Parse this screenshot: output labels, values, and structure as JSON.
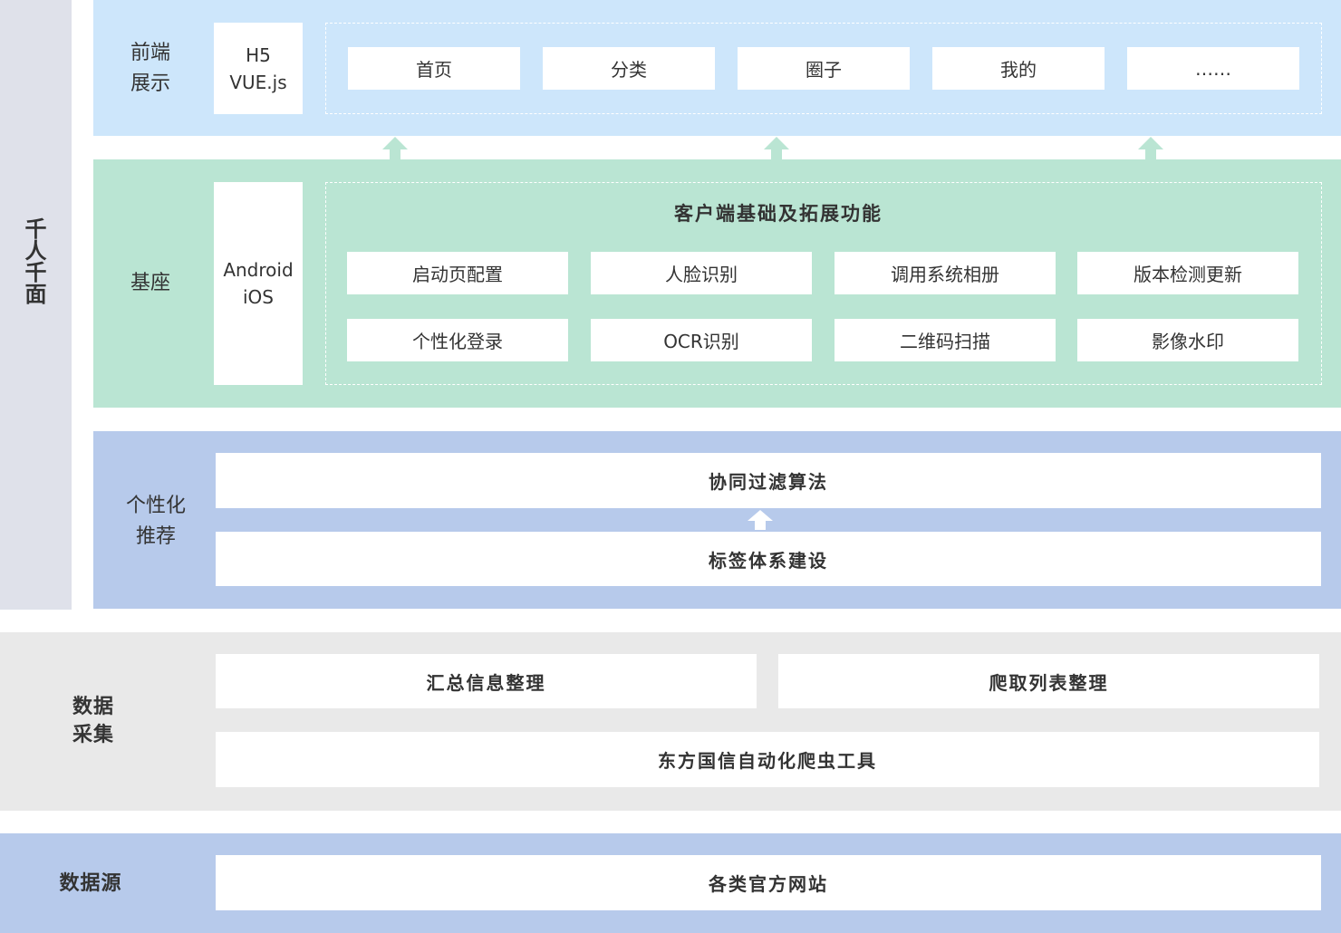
{
  "side_label": "千人千面",
  "frontend": {
    "label": "前端\n展示",
    "tech": "H5\nVUE.js",
    "items": [
      "首页",
      "分类",
      "圈子",
      "我的",
      "……"
    ]
  },
  "base": {
    "label": "基座",
    "tech": "Android\niOS",
    "title": "客户端基础及拓展功能",
    "items": [
      "启动页配置",
      "人脸识别",
      "调用系统相册",
      "版本检测更新",
      "个性化登录",
      "OCR识别",
      "二维码扫描",
      "影像水印"
    ]
  },
  "recommend": {
    "label": "个性化\n推荐",
    "algo": "协同过滤算法",
    "tags": "标签体系建设"
  },
  "collection": {
    "label": "数据\n采集",
    "summary": "汇总信息整理",
    "crawl_list": "爬取列表整理",
    "tool": "东方国信自动化爬虫工具"
  },
  "source": {
    "label": "数据源",
    "sites": "各类官方网站"
  },
  "colors": {
    "side": "#dfe1ea",
    "frontend": "#cde6fb",
    "base": "#bae5d3",
    "base_arrow": "#bae5d3",
    "recommend": "#b7caeb",
    "collection": "#e9e9e9",
    "source": "#b7caeb"
  }
}
